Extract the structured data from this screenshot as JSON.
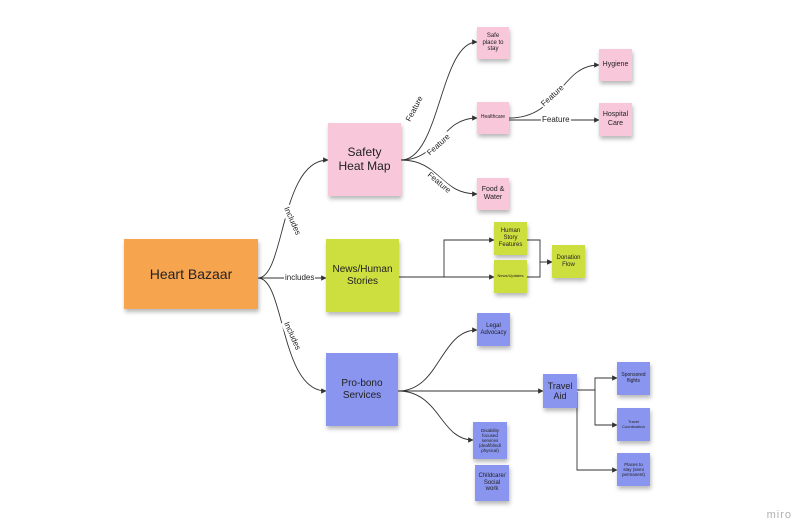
{
  "diagram": {
    "nodes": {
      "heart_bazaar": "Heart Bazaar",
      "safety_heat_map": "Safety\nHeat Map",
      "news_human_stories": "News/Human\nStories",
      "pro_bono_services": "Pro-bono\nServices",
      "safe_place": "Safe\nplace to\nstay",
      "healthcare": "Healthcare",
      "food_water": "Food &\nWater",
      "hygiene": "Hygiene",
      "hospital_care": "Hospital\nCare",
      "human_story_features": "Human\nStory\nFeatures",
      "news_updates": "News/Updates",
      "donation_flow": "Donation\nFlow",
      "legal_advocacy": "Legal\nAdvocacy",
      "travel_aid": "Travel\nAid",
      "sponsored_flights": "Sponsored\nflights",
      "travel_coordination": "Travel\nCoordination",
      "places_to_stay": "Places to\nstay (semi\npermanent)",
      "disability_services": "Disability\nfocused\nservices\n(deaf/blind/\nphysical)",
      "childcare": "Childcare/\nSocial\nwork"
    },
    "edge_labels": {
      "includes_1": "Includes",
      "includes_2": "includes",
      "includes_3": "Includes",
      "feature_1": "Feature",
      "feature_2": "Feature",
      "feature_3": "Feature",
      "feature_4": "Feature",
      "feature_5": "Feature"
    },
    "colors": {
      "root": "#f7a44f",
      "safety": "#f8c7d9",
      "news": "#cddf3f",
      "services": "#8a95ef"
    }
  },
  "watermark": "miro"
}
